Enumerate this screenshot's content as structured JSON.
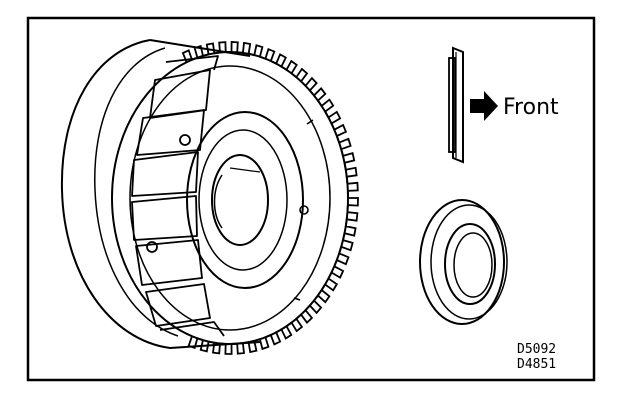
{
  "figure": {
    "direction_label": "Front",
    "codes": [
      "D5092",
      "D4851"
    ],
    "parts": {
      "clutch_drum": "clutch-drum-icon",
      "thrust_washer_side": "thrust-washer-side-icon",
      "front_arrow": "arrow-right-icon",
      "thrust_washer_face": "thrust-washer-icon"
    },
    "line_color": "#000000",
    "background": "#ffffff"
  }
}
